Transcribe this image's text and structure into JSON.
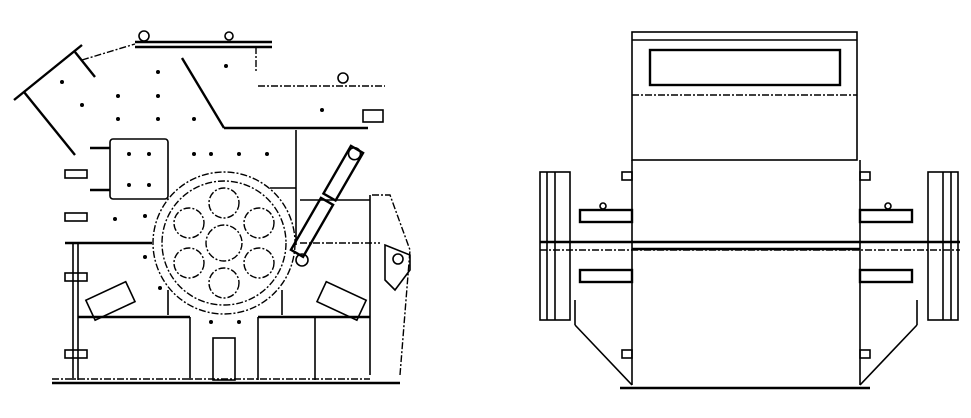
{
  "drawing": {
    "views": [
      {
        "name": "side-view"
      },
      {
        "name": "front-view"
      }
    ],
    "colors": {
      "line": "#000000",
      "background": "#ffffff"
    },
    "rotor": {
      "hammer_pins": 7
    }
  }
}
